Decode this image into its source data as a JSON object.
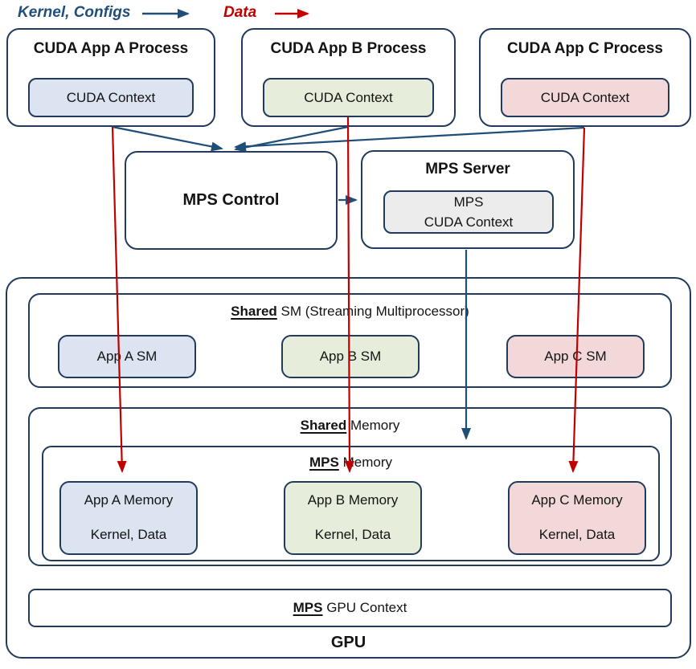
{
  "legend": {
    "kernel_label": "Kernel, Configs",
    "data_label": "Data",
    "kernel_color": "#1f4e79",
    "data_color": "#c00000"
  },
  "processes": {
    "a": {
      "title": "CUDA App A Process",
      "context": "CUDA Context",
      "fill": "#dbe4f0"
    },
    "b": {
      "title": "CUDA App B Process",
      "context": "CUDA Context",
      "fill": "#e6edda"
    },
    "c": {
      "title": "CUDA App C Process",
      "context": "CUDA Context",
      "fill": "#f2d8d9"
    }
  },
  "mps_control": {
    "label": "MPS Control"
  },
  "mps_server": {
    "title": "MPS Server",
    "context_line1": "MPS",
    "context_line2": "CUDA Context",
    "fill": "#ececec"
  },
  "gpu": {
    "label": "GPU",
    "shared_sm": {
      "title_bold": "Shared",
      "title_rest": " SM (Streaming Multiprocessor)",
      "sm_a": "App A SM",
      "sm_b": "App B SM",
      "sm_c": "App C SM"
    },
    "shared_memory": {
      "title_bold": "Shared",
      "title_rest": " Memory",
      "mps_memory": {
        "title_bold": "MPS",
        "title_rest": " Memory",
        "mem_a": {
          "line1": "App A Memory",
          "line2": "Kernel, Data"
        },
        "mem_b": {
          "line1": "App B Memory",
          "line2": "Kernel, Data"
        },
        "mem_c": {
          "line1": "App C Memory",
          "line2": "Kernel, Data"
        }
      }
    },
    "gpu_context": {
      "title_bold": "MPS",
      "title_rest": " GPU Context"
    }
  },
  "colors": {
    "box_border": "#223a5c",
    "arrow_blue": "#1f4e79",
    "arrow_red": "#c00000",
    "fill_blue": "#dbe4f0",
    "fill_green": "#e6edda",
    "fill_pink": "#f2d8d9",
    "fill_grey": "#ececec"
  }
}
